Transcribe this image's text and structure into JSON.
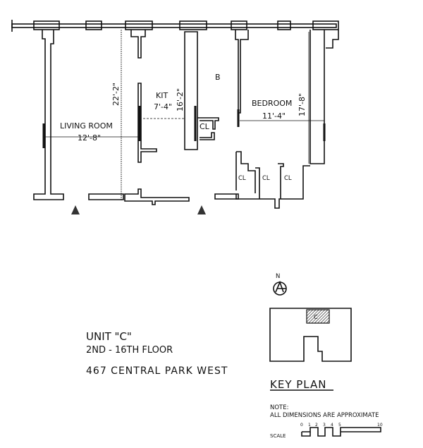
{
  "plan": {
    "rooms": {
      "living_room": {
        "name": "LIVING ROOM",
        "width": "12'-8\"",
        "length": "22'-2\""
      },
      "kitchen": {
        "name": "KIT",
        "width": "7'-4\"",
        "length": "16'-2\""
      },
      "bath": {
        "name": "B"
      },
      "bedroom": {
        "name": "BEDROOM",
        "width": "11'-4\"",
        "length": "17'-8\""
      },
      "closet_label": "CL"
    }
  },
  "title_block": {
    "unit": "UNIT \"C\"",
    "floors": "2ND - 16TH FLOOR",
    "address": "467 CENTRAL PARK WEST"
  },
  "key_plan": {
    "north_label": "N",
    "title": "KEY PLAN",
    "unit_marker": "C"
  },
  "note": {
    "heading": "NOTE:",
    "text": "ALL DIMENSIONS ARE APPROXIMATE"
  },
  "scale": {
    "label": "SCALE",
    "ticks": [
      "0",
      "1",
      "2",
      "3",
      "4",
      "5",
      "10"
    ]
  }
}
